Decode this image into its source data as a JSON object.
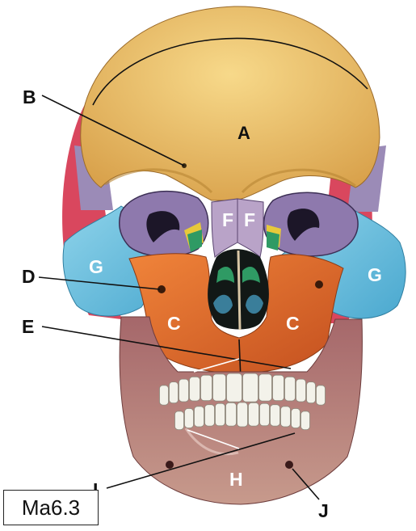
{
  "labels": {
    "a": "A",
    "b": "B",
    "c_left": "C",
    "c_right": "C",
    "d": "D",
    "e": "E",
    "f_left": "F",
    "f_right": "F",
    "g_left": "G",
    "g_right": "G",
    "h": "H",
    "i": "I",
    "j": "J"
  },
  "figure_code": "Ma6.3",
  "colors": {
    "frontal": "#eec26a",
    "parietal": "#d9475e",
    "temporal": "#c77d8e",
    "zygomatic": "#6fbfdc",
    "maxilla": "#e3712f",
    "nasal": "#b9a3c8",
    "mandible": "#b98078",
    "sphenoid": "#8e79ad",
    "ethmoid": "#2f9a64",
    "lacrimal": "#e7c93a",
    "teeth": "#f3f2ea"
  }
}
